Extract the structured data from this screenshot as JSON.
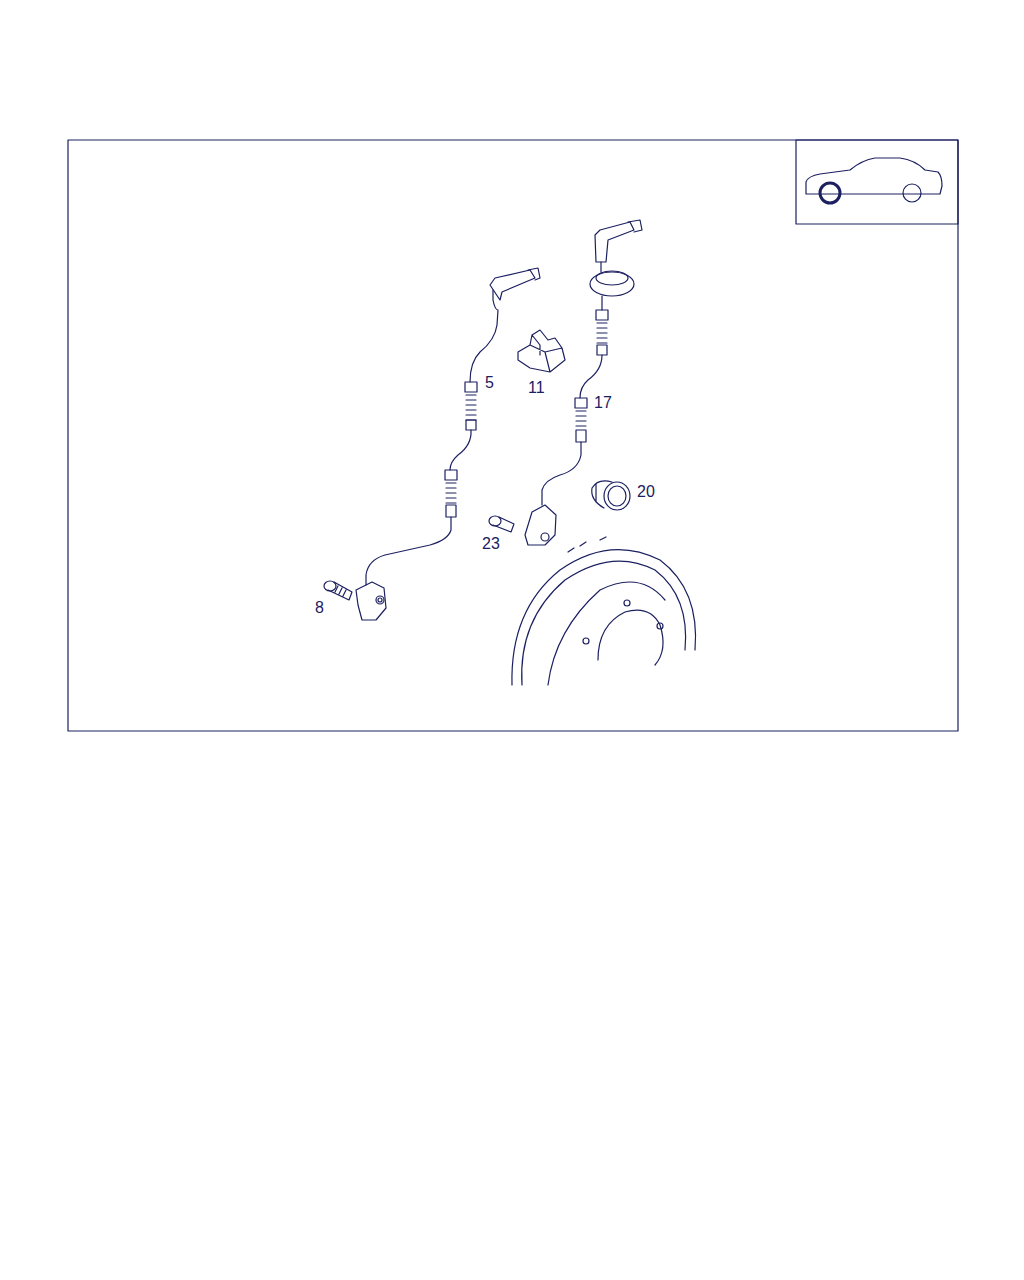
{
  "diagram": {
    "labels": [
      "5",
      "11",
      "17",
      "20",
      "23",
      "8"
    ]
  }
}
